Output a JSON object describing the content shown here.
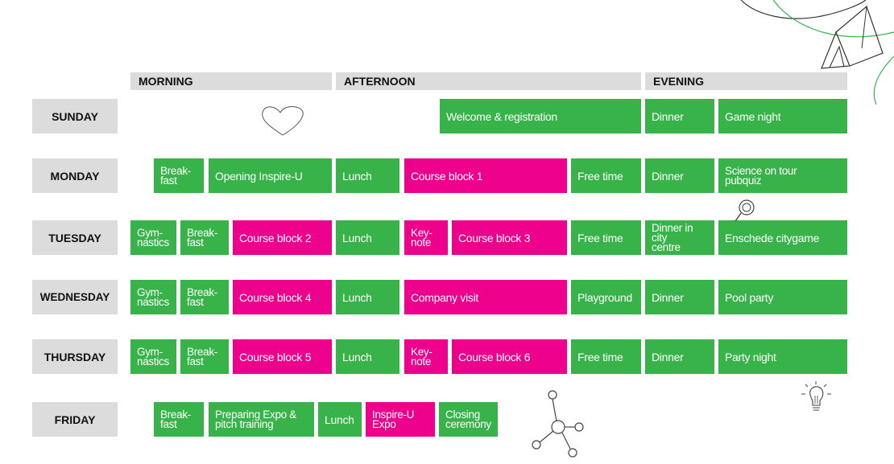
{
  "headers": {
    "morning": "MORNING",
    "afternoon": "AFTERNOON",
    "evening": "EVENING"
  },
  "days": [
    "SUNDAY",
    "MONDAY",
    "TUESDAY",
    "WEDNESDAY",
    "THURSDAY",
    "FRIDAY"
  ],
  "colors": {
    "activity": "#37b34a",
    "course": "#ec008c",
    "header": "#dcdcdc"
  },
  "icons": [
    "heart-icon",
    "magnifier-icon",
    "molecule-icon",
    "lightbulb-icon",
    "tent-icon"
  ],
  "schedule": {
    "sunday": [
      "Welcome & registration",
      "Dinner",
      "Game night"
    ],
    "monday": [
      [
        "Break-",
        "fast"
      ],
      "Opening Inspire-U",
      "Lunch",
      "Course block 1",
      "Free time",
      "Dinner",
      [
        "Science on tour",
        "pubquiz"
      ]
    ],
    "tuesday": [
      [
        "Gym-",
        "nastics"
      ],
      [
        "Break-",
        "fast"
      ],
      "Course block 2",
      "Lunch",
      [
        "Key-",
        "note"
      ],
      "Course block 3",
      "Free time",
      [
        "Dinner in city",
        "centre"
      ],
      "Enschede citygame"
    ],
    "wednesday": [
      [
        "Gym-",
        "nastics"
      ],
      [
        "Break-",
        "fast"
      ],
      "Course block 4",
      "Lunch",
      "Company visit",
      "Playground",
      "Dinner",
      "Pool party"
    ],
    "thursday": [
      [
        "Gym-",
        "nastics"
      ],
      [
        "Break-",
        "fast"
      ],
      "Course block 5",
      "Lunch",
      [
        "Key-",
        "note"
      ],
      "Course block 6",
      "Free time",
      "Dinner",
      "Party night"
    ],
    "friday": [
      [
        "Break-",
        "fast"
      ],
      [
        "Preparing Expo &",
        "pitch training"
      ],
      "Lunch",
      [
        "Inspire-U",
        "Expo"
      ],
      [
        "Closing",
        "ceremony"
      ]
    ]
  }
}
